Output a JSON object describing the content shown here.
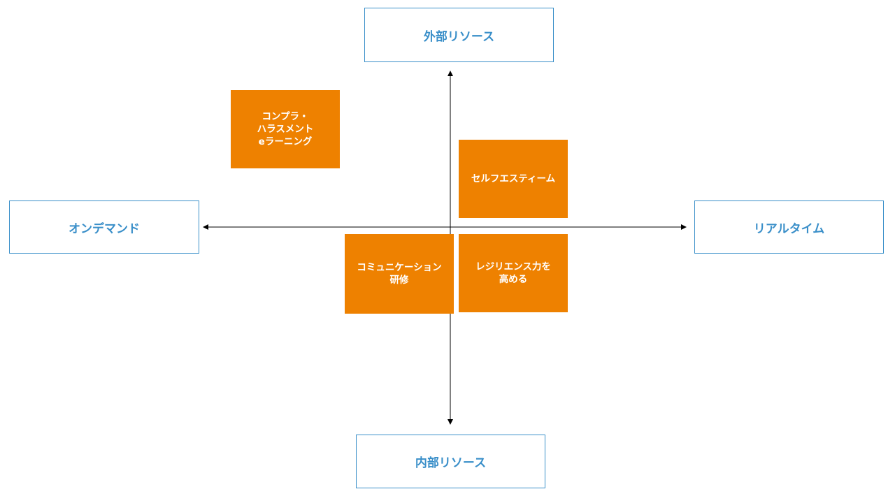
{
  "axes": {
    "top": "外部リソース",
    "bottom": "内部リソース",
    "left": "オンデマンド",
    "right": "リアルタイム"
  },
  "items": {
    "compliance": [
      "コンプラ・",
      "ハラスメント",
      "eラーニング"
    ],
    "self_esteem": [
      "セルフエスティーム"
    ],
    "communication": [
      "コミュニケーション",
      "研修"
    ],
    "resilience": [
      "レジリエンス力を",
      "高める"
    ]
  },
  "colors": {
    "axis_box_border": "#3a8fc9",
    "axis_box_text": "#3a8fc9",
    "item_fill": "#ee8100",
    "item_text": "#ffffff",
    "arrow": "#000000"
  }
}
